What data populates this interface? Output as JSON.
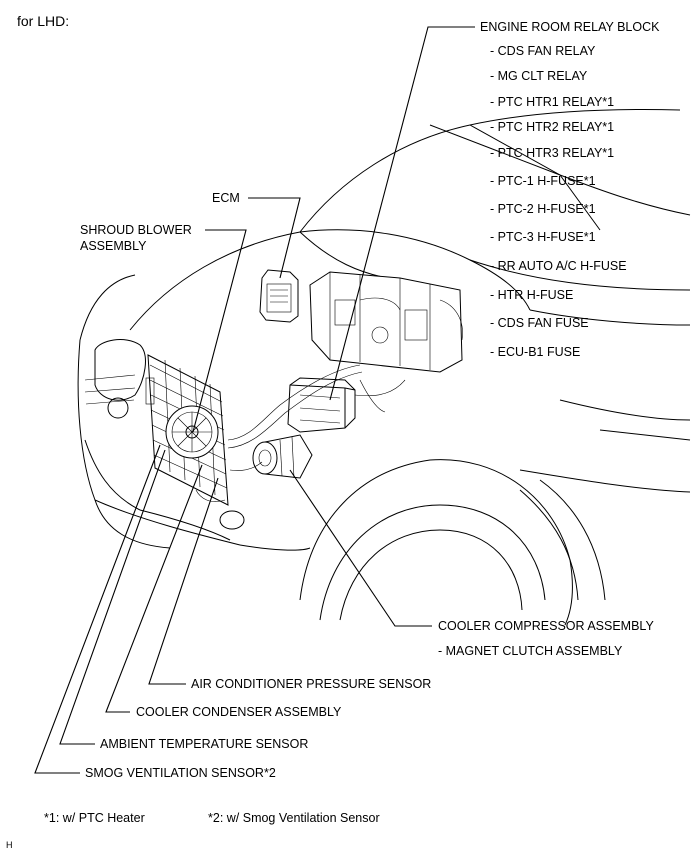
{
  "header": {
    "variant": "for LHD:"
  },
  "labels": {
    "relay_block": "ENGINE ROOM RELAY BLOCK",
    "relay_items": [
      "- CDS FAN RELAY",
      "- MG CLT RELAY",
      "- PTC HTR1 RELAY*1",
      "- PTC HTR2 RELAY*1",
      "- PTC HTR3 RELAY*1",
      "- PTC-1 H-FUSE*1",
      "- PTC-2 H-FUSE*1",
      "- PTC-3 H-FUSE*1",
      "- RR AUTO A/C H-FUSE",
      "- HTR H-FUSE",
      "- CDS FAN FUSE",
      "- ECU-B1 FUSE"
    ],
    "ecm": "ECM",
    "shroud_line1": "SHROUD BLOWER",
    "shroud_line2": "ASSEMBLY",
    "compressor": "COOLER COMPRESSOR ASSEMBLY",
    "magnet_clutch": "- MAGNET CLUTCH ASSEMBLY",
    "pressure_sensor": "AIR CONDITIONER PRESSURE SENSOR",
    "condenser": "COOLER CONDENSER ASSEMBLY",
    "ambient_sensor": "AMBIENT TEMPERATURE SENSOR",
    "smog_sensor": "SMOG VENTILATION SENSOR*2"
  },
  "footnotes": {
    "note1": "*1: w/ PTC Heater",
    "note2": "*2: w/ Smog Ventilation Sensor"
  },
  "corner_mark": "H"
}
